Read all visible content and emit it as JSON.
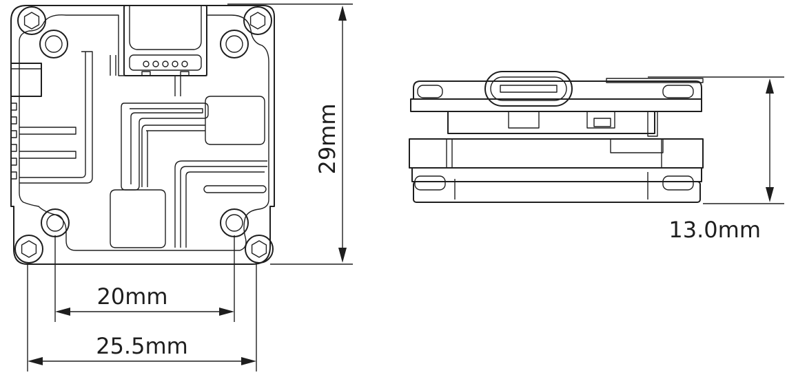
{
  "dimensions": {
    "height_front": "29mm",
    "thickness_side": "13.0mm",
    "hole_spacing": "20mm",
    "overall_width": "25.5mm"
  }
}
